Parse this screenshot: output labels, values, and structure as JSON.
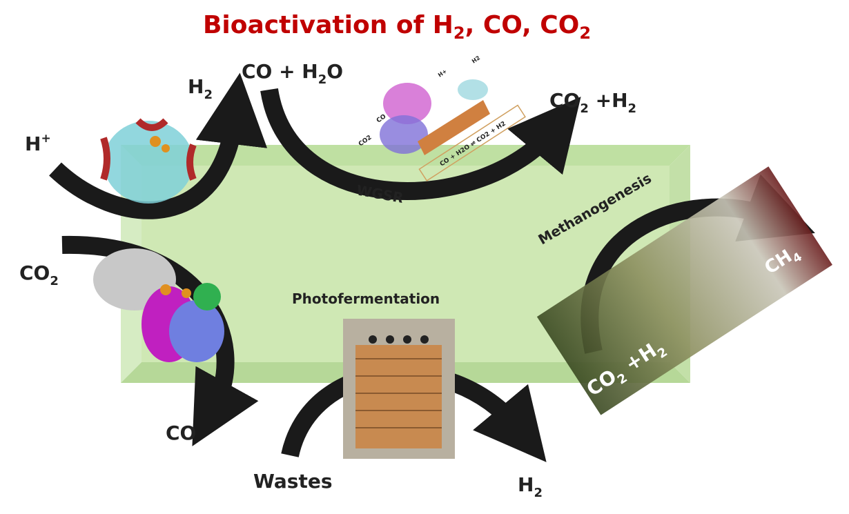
{
  "title": {
    "main": "Bioactivation of H",
    "sub1": "2",
    "mid1": ", CO, CO",
    "sub2": "2"
  },
  "labels": {
    "h_plus": "H",
    "h_plus_sup": "+",
    "h2_top": "H",
    "h2_top_sub": "2",
    "co_h2o": "CO + H",
    "co_h2o_sub": "2",
    "co_h2o_end": "O",
    "co2_h2": "CO",
    "co2_h2_sub": "2",
    "co2_h2_end": " +H",
    "co2_h2_sub2": "2",
    "wgsr": "WGSR",
    "methanogenesis": "Methanogenesis",
    "ch4": "CH",
    "ch4_sub": "4",
    "co2_h2_photo": "CO",
    "co2_h2_photo_sub": "2",
    "co2_h2_photo_end": " +H",
    "co2_h2_photo_sub2": "2",
    "co2_left": "CO",
    "co2_left_sub": "2",
    "co_bottom": "CO",
    "photofermentation": "Photofermentation",
    "wastes": "Wastes",
    "h2_bottom": "H",
    "h2_bottom_sub": "2",
    "wgsr_inset": {
      "h_plus": "H+",
      "h2": "H2",
      "co": "CO",
      "co2": "CO2",
      "equation": "CO + H2O ⇌ CO2 + H2"
    }
  },
  "colors": {
    "title": "#c00000",
    "box": "#cfe8b4",
    "arrow": "#1a1a1a"
  }
}
